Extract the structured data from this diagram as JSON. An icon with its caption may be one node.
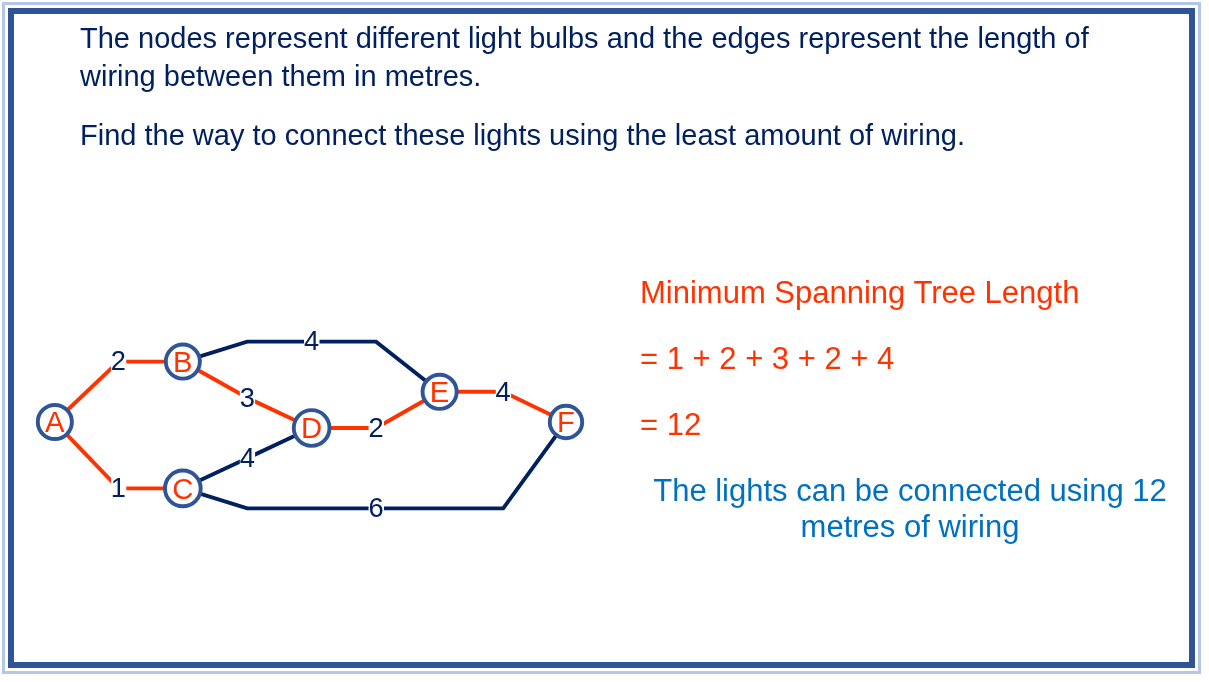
{
  "diagram": {
    "nodes": [
      {
        "text": [
          "A"
        ]
      },
      {
        "text": [
          "B"
        ]
      },
      {
        "text": [
          "C"
        ]
      },
      {
        "text": [
          "D"
        ]
      },
      {
        "text": [
          "E"
        ]
      },
      {
        "text": [
          "F"
        ]
      }
    ],
    "edges": [
      {
        "from": 0,
        "to": 1,
        "arrow": "none",
        "label": "2"
      },
      {
        "from": 1,
        "to": 4,
        "arrow": "none",
        "label": "4",
        "color": "#002060"
      },
      {
        "from": 1,
        "to": 3,
        "arrow": "none",
        "label": "3"
      },
      {
        "from": 3,
        "to": 4,
        "arrow": "none",
        "label": "2"
      },
      {
        "from": 4,
        "to": 5,
        "arrow": "none",
        "label": "4"
      },
      {
        "from": 0,
        "to": 2,
        "arrow": "none",
        "label": "1"
      },
      {
        "from": 2,
        "to": 3,
        "arrow": "none",
        "label": "4",
        "color": "#002060"
      },
      {
        "from": 2,
        "to": 5,
        "arrow": "none",
        "label": "6",
        "color": "#002060"
      }
    ],
    "labels": [
      "The nodes represent different light bulbs and the edges represent the length of wiring between them in metres.",
      "Find the way to connect these lights using the least amount of wiring.",
      "Minimum Spanning Tree Length",
      "= 1 + 2 + 3 + 2 + 4",
      "= 12",
      "The lights can be connected using 12 metres of wiring"
    ]
  }
}
